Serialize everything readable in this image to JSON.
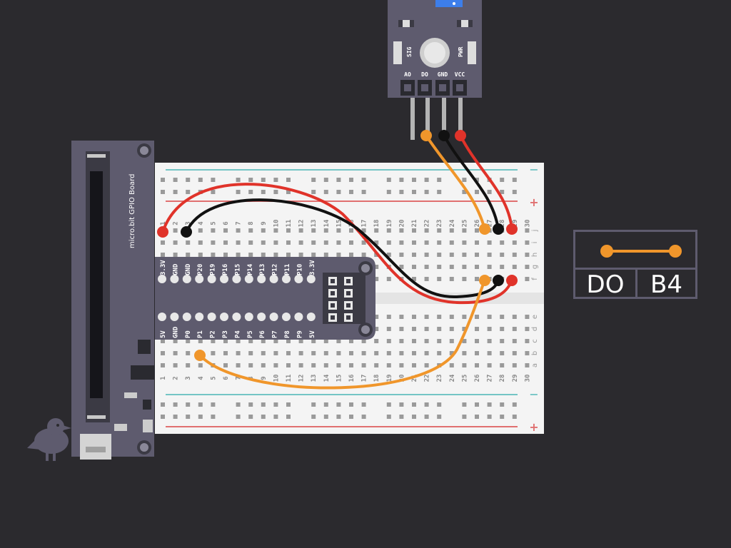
{
  "colors": {
    "background": "#2b2a2e",
    "board": "#5e5b6e",
    "breadboard": "#f4f4f4",
    "wire_red": "#e0332a",
    "wire_black": "#111111",
    "wire_orange": "#f0962b",
    "rail_blue": "#74c5c5",
    "rail_red": "#e07070"
  },
  "board": {
    "title": "micro.bit GPIO Board",
    "top_pins": [
      "3.3V",
      "GND",
      "GND",
      "P20",
      "P19",
      "P16",
      "P15",
      "P14",
      "P13",
      "P12",
      "P11",
      "P10",
      "3.3V"
    ],
    "bottom_pins": [
      "5V",
      "GND",
      "P0",
      "P1",
      "P2",
      "P3",
      "P4",
      "P5",
      "P6",
      "P7",
      "P8",
      "P9",
      "5V"
    ]
  },
  "sensor": {
    "left_label": "SIG",
    "right_label": "PWR",
    "pins": [
      "AO",
      "DO",
      "GND",
      "VCC"
    ]
  },
  "breadboard": {
    "column_numbers": [
      "1",
      "2",
      "3",
      "4",
      "5",
      "6",
      "7",
      "8",
      "9",
      "10",
      "11",
      "12",
      "13",
      "14",
      "15",
      "16",
      "17",
      "18",
      "19",
      "20",
      "21",
      "22",
      "23",
      "24",
      "25",
      "26",
      "27",
      "28",
      "29",
      "30"
    ],
    "row_letters_top": [
      "j",
      "i",
      "h",
      "g",
      "f"
    ],
    "row_letters_bottom": [
      "e",
      "d",
      "c",
      "b",
      "a"
    ],
    "rail_minus": "−",
    "rail_plus": "+"
  },
  "legend": {
    "wire_color": "#f0962b",
    "pin_from": "DO",
    "pin_to": "B4"
  },
  "logo_icon": "bird-logo-icon"
}
